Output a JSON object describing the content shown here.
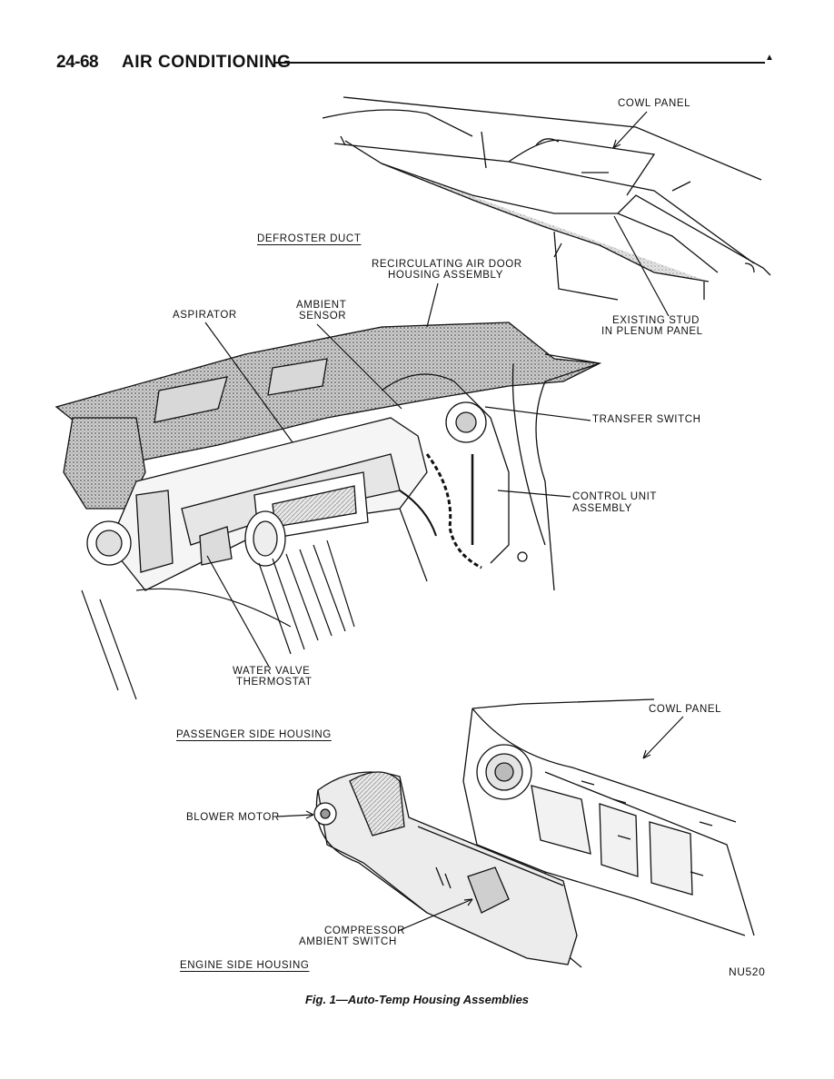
{
  "header": {
    "page_number": "24-68",
    "section_title": "AIR CONDITIONING"
  },
  "labels": {
    "cowl_panel_top": "COWL PANEL",
    "defroster_duct": "DEFROSTER DUCT",
    "recirc_door_line1": "RECIRCULATING AIR DOOR",
    "recirc_door_line2": "HOUSING ASSEMBLY",
    "ambient_line1": "AMBIENT",
    "ambient_line2": "SENSOR",
    "aspirator": "ASPIRATOR",
    "existing_stud_line1": "EXISTING STUD",
    "existing_stud_line2": "IN PLENUM PANEL",
    "transfer_switch": "TRANSFER SWITCH",
    "control_unit_line1": "CONTROL UNIT",
    "control_unit_line2": "ASSEMBLY",
    "water_valve_line1": "WATER VALVE",
    "water_valve_line2": "THERMOSTAT",
    "passenger_side": "PASSENGER SIDE HOUSING",
    "cowl_panel_bottom": "COWL PANEL",
    "blower_motor": "BLOWER MOTOR",
    "compressor_line1": "COMPRESSOR",
    "compressor_line2": "AMBIENT SWITCH",
    "engine_side": "ENGINE SIDE HOUSING"
  },
  "figure": {
    "id": "NU520",
    "caption": "Fig. 1—Auto-Temp Housing Assemblies"
  }
}
